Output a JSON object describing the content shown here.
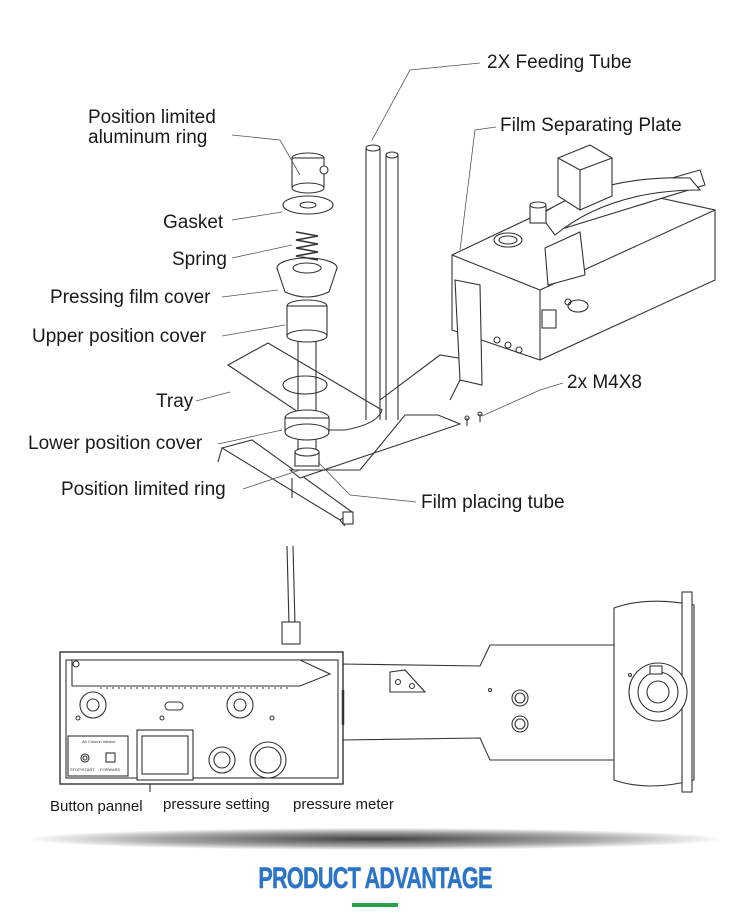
{
  "labels": {
    "position_limited_aluminum_ring_1": "Position limited",
    "position_limited_aluminum_ring_2": "aluminum ring",
    "gasket": "Gasket",
    "spring": "Spring",
    "pressing_film_cover": "Pressing film cover",
    "upper_position_cover": "Upper position cover",
    "tray": "Tray",
    "lower_position_cover": "Lower position cover",
    "position_limited_ring": "Position limited ring",
    "feeding_tube": "2X Feeding Tube",
    "film_separating_plate": "Film Separating Plate",
    "screws": "2x M4X8",
    "film_placing_tube": "Film placing tube"
  },
  "lower_labels": {
    "button_panel": "Button pannel",
    "pressure_setting": "pressure setting",
    "pressure_meter": "pressure meter"
  },
  "panel_text": {
    "panel_title": "Air Column Inflator",
    "stop_start": "STOP/START",
    "forward": "FORWARD"
  },
  "footer": {
    "title": "PRODUCT ADVANTAGE",
    "title_color": "#2b74c6",
    "underline_color": "#2e9d4a"
  }
}
